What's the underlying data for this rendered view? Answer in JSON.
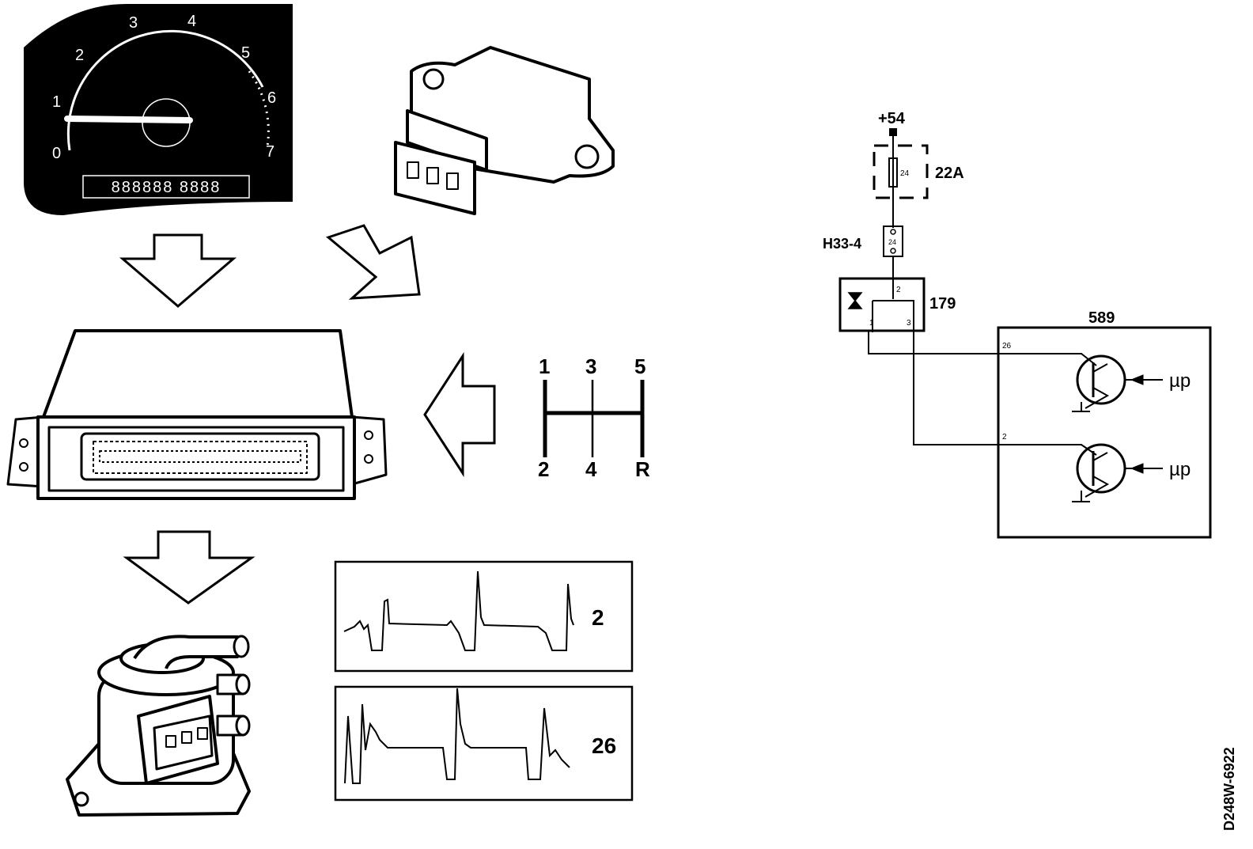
{
  "tachometer": {
    "scale": [
      "0",
      "1",
      "2",
      "3",
      "4",
      "5",
      "6",
      "7"
    ],
    "odometer_text": "888888 8888"
  },
  "gear_shift": {
    "top_labels": [
      "1",
      "3",
      "5"
    ],
    "bottom_labels": [
      "2",
      "4",
      "R"
    ]
  },
  "signals": [
    {
      "label": "2"
    },
    {
      "label": "26"
    }
  ],
  "circuit": {
    "supply": "+54",
    "fuse_block": "22A",
    "fuse_number": "24",
    "connector": "H33-4",
    "connector_pin": "24",
    "relay": "179",
    "relay_pins": {
      "top": "2",
      "left": "1",
      "right": "3"
    },
    "control_module": "589",
    "module_pins": [
      "26",
      "2"
    ],
    "microprocessor": "µp"
  },
  "figure_id": "D248W-6922"
}
